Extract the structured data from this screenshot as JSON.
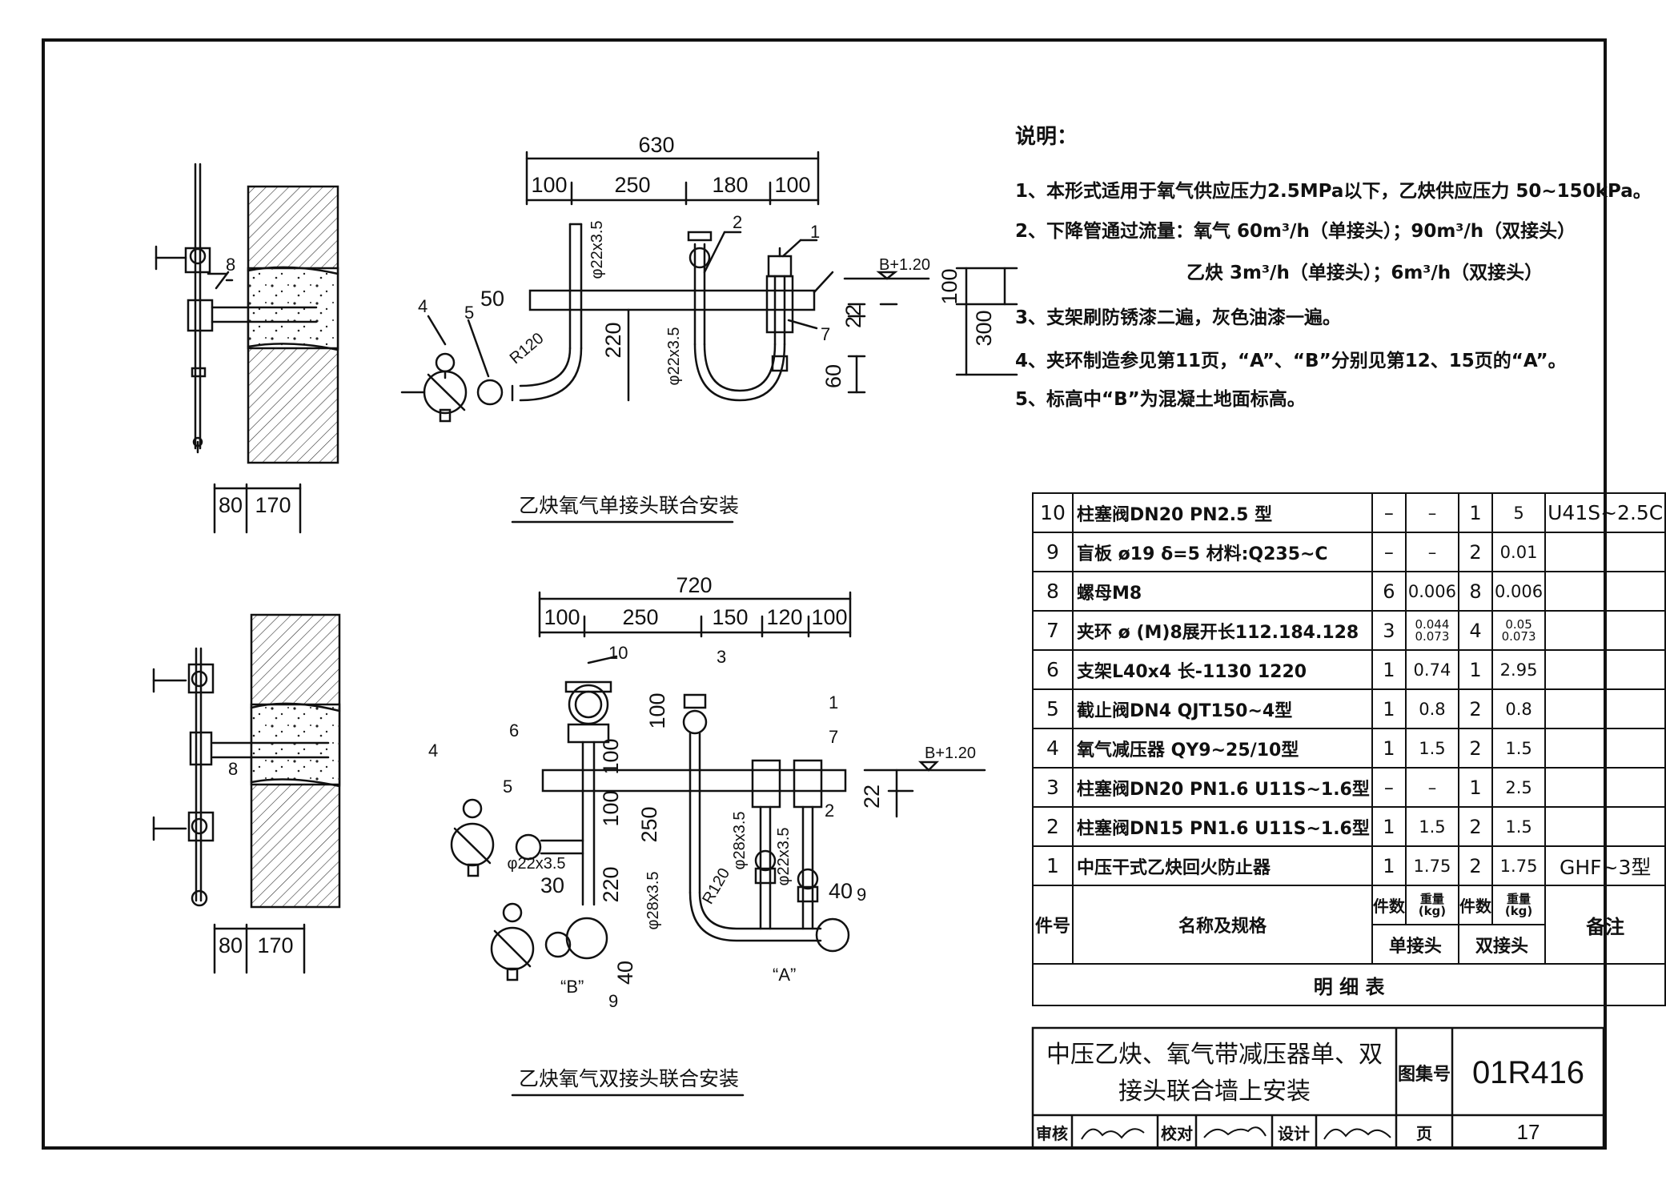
{
  "notes": {
    "title": "说明：",
    "items": [
      "1、本形式适用于氧气供应压力2.5MPa以下，乙炔供应压力 50~150kPa。",
      "2、下降管通过流量：氧气 60m³/h（单接头）；90m³/h（双接头）",
      "乙炔 3m³/h（单接头）；6m³/h（双接头）",
      "3、支架刷防锈漆二遍，灰色油漆一遍。",
      "4、夹环制造参见第11页，“A”、“B”分别见第12、15页的“A”。",
      "5、标高中“B”为混凝土地面标高。"
    ]
  },
  "drawing_top": {
    "caption": "乙炔氧气单接头联合安装",
    "dims_top": [
      "630",
      "100",
      "250",
      "180",
      "100"
    ],
    "dims_side": [
      "100",
      "300",
      "22",
      "60",
      "220",
      "50"
    ],
    "pipe_labels": [
      "φ22x3.5",
      "φ22x3.5",
      "R120"
    ],
    "elevation": "B+1.20",
    "wall_dims": [
      "80",
      "170"
    ],
    "callouts": [
      "1",
      "2",
      "4",
      "5",
      "7",
      "8"
    ]
  },
  "drawing_bottom": {
    "caption": "乙炔氧气双接头联合安装",
    "dims_top": [
      "720",
      "100",
      "250",
      "150",
      "120",
      "100"
    ],
    "dims_side": [
      "100",
      "100",
      "100",
      "250",
      "220",
      "30",
      "40",
      "40",
      "22"
    ],
    "pipe_labels": [
      "φ28x3.5",
      "φ22x3.5",
      "φ28x3.5",
      "φ22x3.5",
      "R120"
    ],
    "markers": [
      "“B”",
      "“A”"
    ],
    "elevation": "B+1.20",
    "wall_dims": [
      "80",
      "170"
    ],
    "callouts": [
      "1",
      "2",
      "3",
      "4",
      "5",
      "6",
      "7",
      "8",
      "9",
      "9",
      "10"
    ]
  },
  "bom": {
    "rows": [
      {
        "no": "10",
        "name": "柱塞阀DN20 PN2.5 型",
        "q1": "–",
        "w1": "–",
        "q2": "1",
        "w2": "5",
        "remark": "U41S~2.5C"
      },
      {
        "no": "9",
        "name": "盲板 ø19 δ=5 材料:Q235~C",
        "q1": "–",
        "w1": "–",
        "q2": "2",
        "w2": "0.01",
        "remark": ""
      },
      {
        "no": "8",
        "name": "螺母M8",
        "q1": "6",
        "w1": "0.006",
        "q2": "8",
        "w2": "0.006",
        "remark": ""
      },
      {
        "no": "7",
        "name": "夹环 ø (M)8展开长112.184.128",
        "q1": "3",
        "w1": "0.044 0.073",
        "q2": "4",
        "w2": "0.05 0.073",
        "remark": ""
      },
      {
        "no": "6",
        "name": "支架L40x4 长-1130 1220",
        "q1": "1",
        "w1": "0.74",
        "q2": "1",
        "w2": "2.95",
        "remark": ""
      },
      {
        "no": "5",
        "name": "截止阀DN4  QJT150~4型",
        "q1": "1",
        "w1": "0.8",
        "q2": "2",
        "w2": "0.8",
        "remark": ""
      },
      {
        "no": "4",
        "name": "氧气减压器 QY9~25/10型",
        "q1": "1",
        "w1": "1.5",
        "q2": "2",
        "w2": "1.5",
        "remark": ""
      },
      {
        "no": "3",
        "name": "柱塞阀DN20 PN1.6 U11S~1.6型",
        "q1": "–",
        "w1": "–",
        "q2": "1",
        "w2": "2.5",
        "remark": ""
      },
      {
        "no": "2",
        "name": "柱塞阀DN15 PN1.6 U11S~1.6型",
        "q1": "1",
        "w1": "1.5",
        "q2": "2",
        "w2": "1.5",
        "remark": ""
      },
      {
        "no": "1",
        "name": "中压干式乙炔回火防止器",
        "q1": "1",
        "w1": "1.75",
        "q2": "2",
        "w2": "1.75",
        "remark": "GHF~3型"
      }
    ],
    "header": {
      "no": "件号",
      "name": "名称及规格",
      "qty": "件数",
      "weight": "重量",
      "unit": "(kg)",
      "single": "单接头",
      "double": "双接头",
      "remark": "备注"
    },
    "table_title": "明     细     表"
  },
  "title_block": {
    "title_line1": "中压乙炔、氧气带减压器单、双",
    "title_line2": "接头联合墙上安装",
    "atlas_label": "图集号",
    "atlas_no": "01R416",
    "review": "审核",
    "check": "校对",
    "design": "设计",
    "page_label": "页",
    "page_no": "17"
  }
}
